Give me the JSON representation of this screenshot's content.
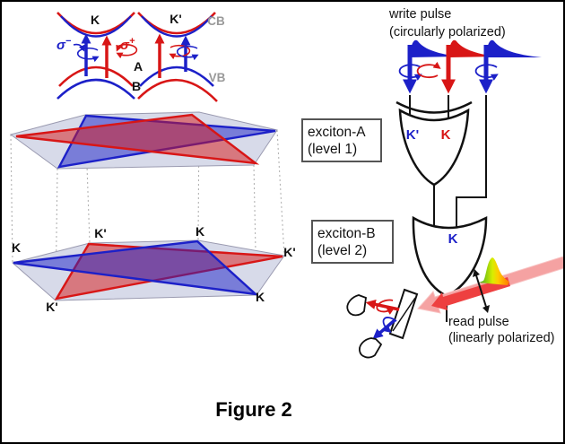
{
  "caption": "Figure 2",
  "colors": {
    "red": "#d81616",
    "blue": "#1c20c8",
    "gray_label": "#999999",
    "plane_fill": "#d7dae9",
    "pink_arrow": "#f5a2a2",
    "dark_red_arrow": "#ee4040"
  },
  "band": {
    "valley_left": "K",
    "valley_right": "K'",
    "cb": "CB",
    "vb": "VB",
    "exciton_a": "A",
    "exciton_b": "B",
    "sigma": "σ",
    "minus": "−",
    "plus": "+"
  },
  "lattice": {
    "corners": [
      "K",
      "K'",
      "K",
      "K'",
      "K",
      "K'"
    ]
  },
  "write": {
    "line1": "write pulse",
    "line2": "(circularly polarized)"
  },
  "gate1": {
    "box_line1": "exciton-A",
    "box_line2": "(level 1)",
    "label_left": "K'",
    "label_right": "K"
  },
  "gate2": {
    "box_line1": "exciton-B",
    "box_line2": "(level 2)",
    "label": "K"
  },
  "read": {
    "line1": "read pulse",
    "line2": "(linearly polarized)"
  }
}
